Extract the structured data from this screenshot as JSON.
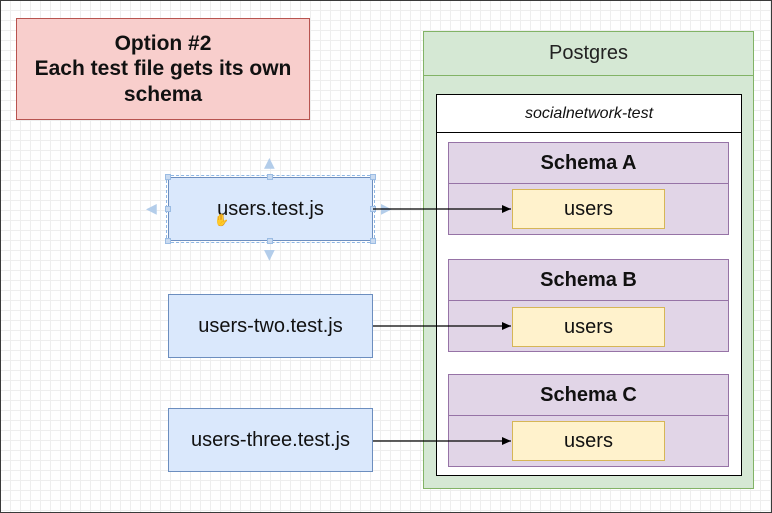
{
  "title": {
    "line1": "Option #2",
    "line2": "Each test file gets its own",
    "line3": "schema"
  },
  "files": [
    {
      "label": "users.test.js"
    },
    {
      "label": "users-two.test.js"
    },
    {
      "label": "users-three.test.js"
    }
  ],
  "postgres": {
    "label": "Postgres",
    "database": {
      "label": "socialnetwork-test",
      "schemas": [
        {
          "name": "Schema A",
          "table": "users"
        },
        {
          "name": "Schema B",
          "table": "users"
        },
        {
          "name": "Schema C",
          "table": "users"
        }
      ]
    }
  },
  "colors": {
    "title_fill": "#f8cecc",
    "file_fill": "#dae8fc",
    "postgres_fill": "#d5e8d4",
    "schema_fill": "#e1d5e7",
    "table_fill": "#fff2cc"
  },
  "icons": {
    "cursor": "hand-cursor-icon",
    "hover_arrows": "hover-arrow-icon"
  }
}
